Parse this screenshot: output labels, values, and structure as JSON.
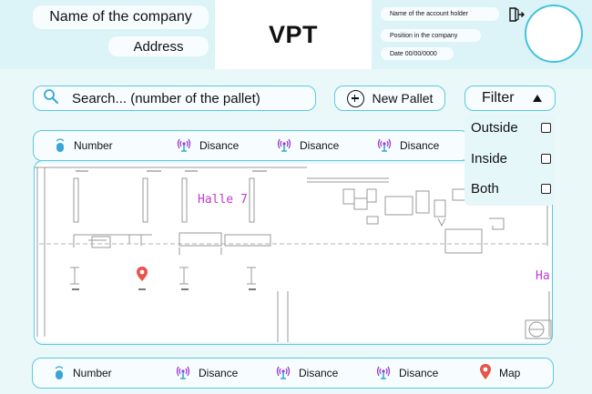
{
  "header": {
    "company_name": "Name of the company",
    "address": "Address",
    "app_title": "VPT",
    "account_holder": "Name of the account holder",
    "position": "Position in the company",
    "date": "Date 00/00/0000"
  },
  "toolbar": {
    "search_placeholder": "Search... (number of the pallet)",
    "new_pallet_label": "New Pallet",
    "filter_label": "Filter"
  },
  "filter_menu": {
    "items": [
      {
        "label": "Outside",
        "checked": false
      },
      {
        "label": "Inside",
        "checked": false
      },
      {
        "label": "Both",
        "checked": false
      }
    ]
  },
  "top_row": {
    "number_label": "Number",
    "distance_labels": [
      "Disance",
      "Disance",
      "Disance"
    ]
  },
  "map": {
    "hall_primary": "Halle  7",
    "hall_secondary": "Ha"
  },
  "bottom_row": {
    "number_label": "Number",
    "distance_labels": [
      "Disance",
      "Disance",
      "Disance"
    ],
    "map_label": "Map"
  },
  "colors": {
    "accent": "#5cc8e0",
    "wifi": "#9c3bd6",
    "tag": "#3aa6d8",
    "pin": "#e8534a",
    "hall_text": "#c13ad0"
  }
}
